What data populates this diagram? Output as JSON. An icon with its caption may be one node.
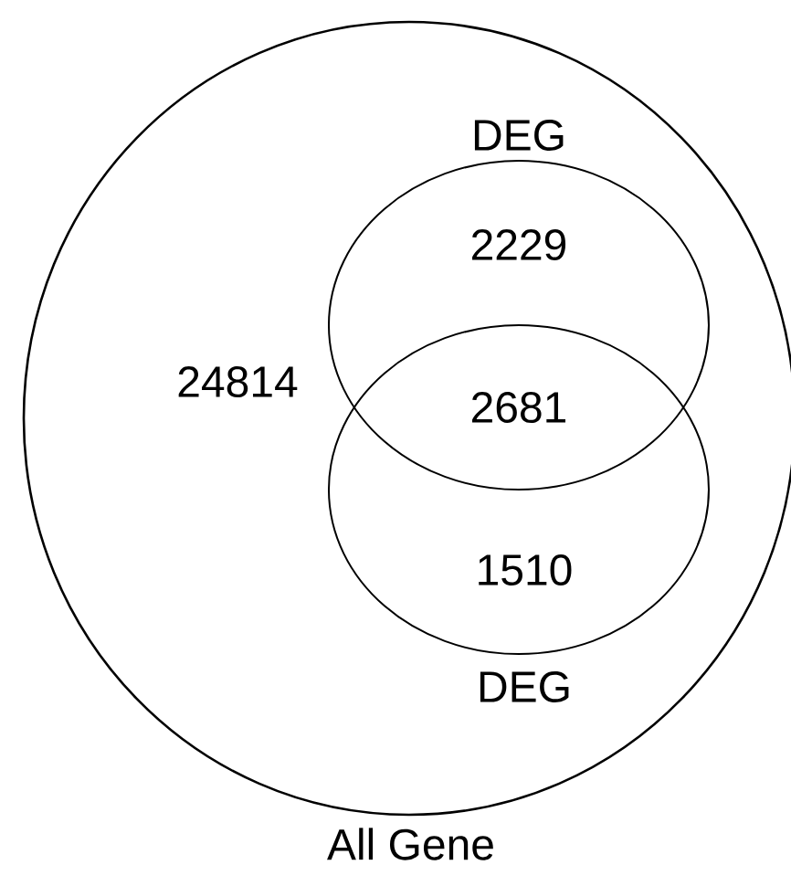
{
  "diagram": {
    "nodes": [
      {
        "text": [
          "All Gene",
          "24814"
        ]
      },
      {
        "text": [
          "DEG",
          "2229"
        ],
        "in": 0
      },
      {
        "text": [
          "1510",
          "DEG"
        ],
        "in": 0
      }
    ],
    "labels": [
      "2681"
    ]
  }
}
